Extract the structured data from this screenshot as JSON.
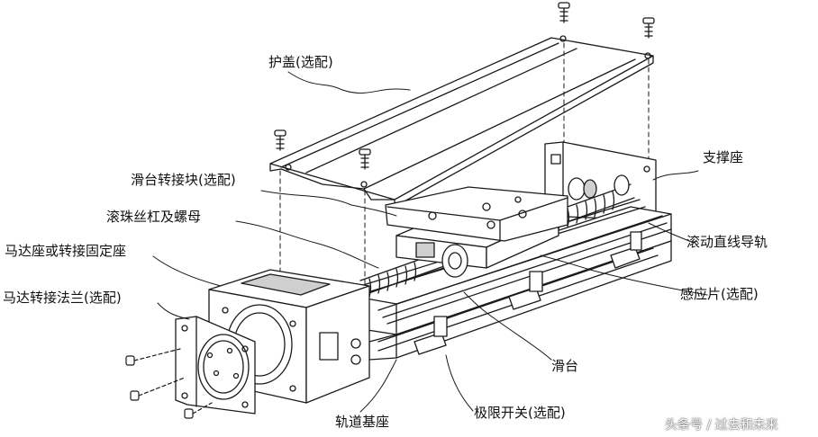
{
  "labels": {
    "cover": "护盖(选配)",
    "support_seat": "支撑座",
    "slide_adapter_block": "滑台转接块(选配)",
    "ball_screw_nut": "滚珠丝杠及螺母",
    "linear_guide": "滚动直线导轨",
    "motor_seat": "马达座或转接固定座",
    "sensor_plate": "感应片(选配)",
    "motor_flange": "马达转接法兰(选配)",
    "slide_table": "滑台",
    "rail_base": "轨道基座",
    "limit_switch": "极限开关(选配)"
  },
  "watermark": "头条号 / 过去和未来",
  "colors": {
    "line": "#1a1a1a",
    "fill": "#ffffff",
    "shade": "#cfcfcf"
  }
}
